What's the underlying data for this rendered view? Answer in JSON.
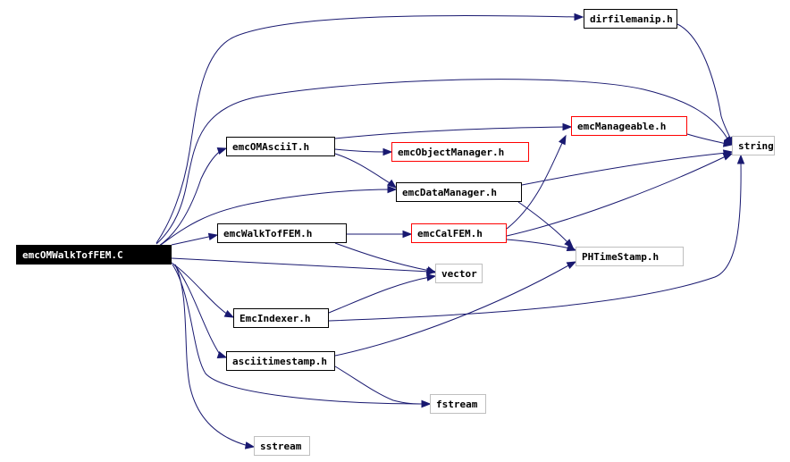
{
  "graph": {
    "edge_color": "#191970",
    "nodes": [
      {
        "id": "emcOMWalkTofFEM.C",
        "label": "emcOMWalkTofFEM.C",
        "style": "root"
      },
      {
        "id": "dirfilemanip.h",
        "label": "dirfilemanip.h",
        "style": "black"
      },
      {
        "id": "emcOMAsciiT.h",
        "label": "emcOMAsciiT.h",
        "style": "black"
      },
      {
        "id": "emcManageable.h",
        "label": "emcManageable.h",
        "style": "red"
      },
      {
        "id": "string",
        "label": "string",
        "style": "grey"
      },
      {
        "id": "emcObjectManager.h",
        "label": "emcObjectManager.h",
        "style": "red"
      },
      {
        "id": "emcDataManager.h",
        "label": "emcDataManager.h",
        "style": "black"
      },
      {
        "id": "emcWalkTofFEM.h",
        "label": "emcWalkTofFEM.h",
        "style": "black"
      },
      {
        "id": "emcCalFEM.h",
        "label": "emcCalFEM.h",
        "style": "red"
      },
      {
        "id": "PHTimeStamp.h",
        "label": "PHTimeStamp.h",
        "style": "grey"
      },
      {
        "id": "vector",
        "label": "vector",
        "style": "grey"
      },
      {
        "id": "EmcIndexer.h",
        "label": "EmcIndexer.h",
        "style": "black"
      },
      {
        "id": "asciitimestamp.h",
        "label": "asciitimestamp.h",
        "style": "black"
      },
      {
        "id": "fstream",
        "label": "fstream",
        "style": "grey"
      },
      {
        "id": "sstream",
        "label": "sstream",
        "style": "grey"
      }
    ],
    "edges": [
      {
        "from": "emcOMWalkTofFEM.C",
        "to": "dirfilemanip.h"
      },
      {
        "from": "emcOMWalkTofFEM.C",
        "to": "string"
      },
      {
        "from": "emcOMWalkTofFEM.C",
        "to": "emcOMAsciiT.h"
      },
      {
        "from": "emcOMWalkTofFEM.C",
        "to": "emcDataManager.h"
      },
      {
        "from": "emcOMWalkTofFEM.C",
        "to": "emcWalkTofFEM.h"
      },
      {
        "from": "emcOMWalkTofFEM.C",
        "to": "vector"
      },
      {
        "from": "emcOMWalkTofFEM.C",
        "to": "EmcIndexer.h"
      },
      {
        "from": "emcOMWalkTofFEM.C",
        "to": "asciitimestamp.h"
      },
      {
        "from": "emcOMWalkTofFEM.C",
        "to": "fstream"
      },
      {
        "from": "emcOMWalkTofFEM.C",
        "to": "sstream"
      },
      {
        "from": "dirfilemanip.h",
        "to": "string"
      },
      {
        "from": "emcOMAsciiT.h",
        "to": "emcManageable.h"
      },
      {
        "from": "emcOMAsciiT.h",
        "to": "emcObjectManager.h"
      },
      {
        "from": "emcOMAsciiT.h",
        "to": "emcDataManager.h"
      },
      {
        "from": "emcManageable.h",
        "to": "string"
      },
      {
        "from": "emcDataManager.h",
        "to": "string"
      },
      {
        "from": "emcDataManager.h",
        "to": "PHTimeStamp.h"
      },
      {
        "from": "emcWalkTofFEM.h",
        "to": "emcCalFEM.h"
      },
      {
        "from": "emcWalkTofFEM.h",
        "to": "vector"
      },
      {
        "from": "emcCalFEM.h",
        "to": "emcManageable.h"
      },
      {
        "from": "emcCalFEM.h",
        "to": "string"
      },
      {
        "from": "emcCalFEM.h",
        "to": "PHTimeStamp.h"
      },
      {
        "from": "EmcIndexer.h",
        "to": "vector"
      },
      {
        "from": "EmcIndexer.h",
        "to": "string"
      },
      {
        "from": "asciitimestamp.h",
        "to": "PHTimeStamp.h"
      },
      {
        "from": "asciitimestamp.h",
        "to": "fstream"
      }
    ]
  }
}
